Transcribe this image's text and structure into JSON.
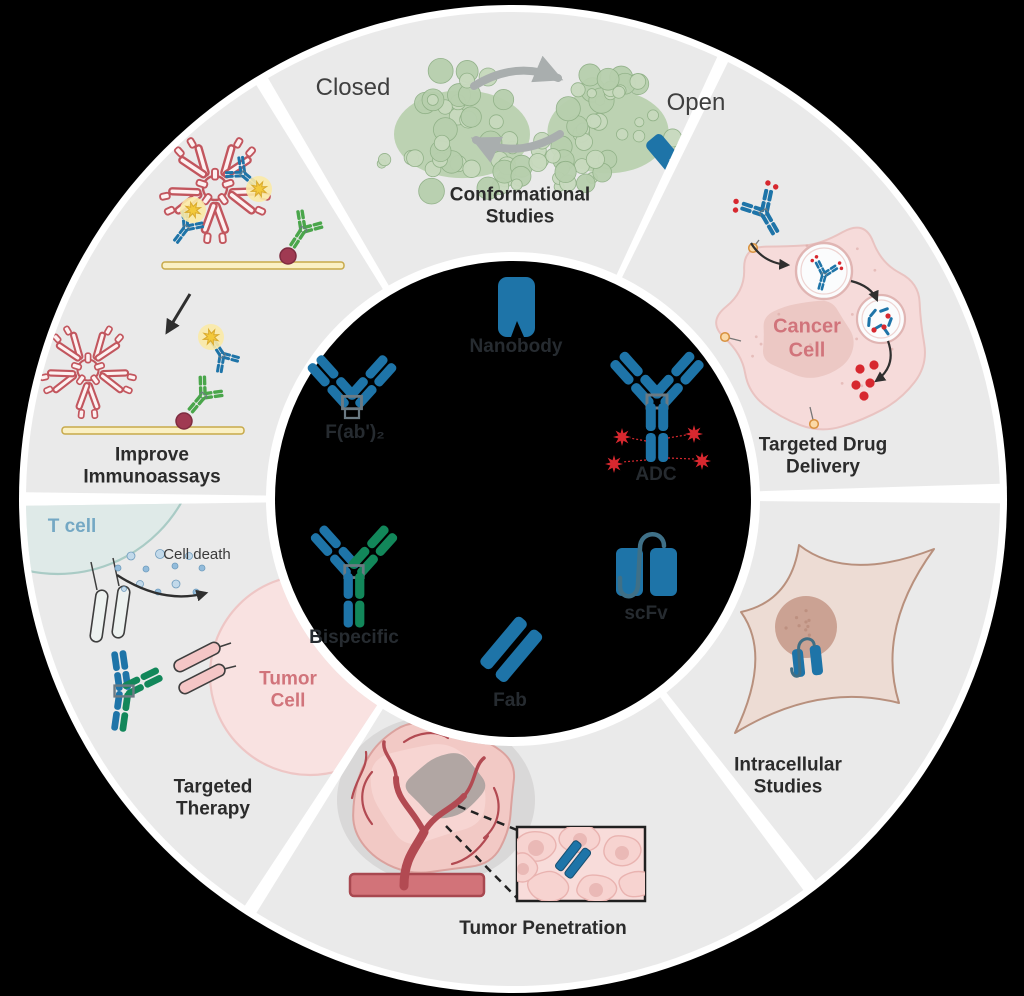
{
  "colors": {
    "background": "#000000",
    "ring": "#eaeaea",
    "divider": "#ffffff",
    "antibody_blue": "#1e74a8",
    "bispecific_green": "#12875a",
    "assay_green": "#4aa64b",
    "igm_red": "#c2565e",
    "drug_red": "#d7282f",
    "fluorophore_yellow": "#f3c93b",
    "bead_maroon": "#a03a52",
    "surface_yellow": "#faf0c4",
    "protein_green": "#b7cfad",
    "cell_pink": "#f6dbda",
    "pink_text": "#d1747b",
    "teal_text": "#74a8c4",
    "vessel_red": "#b24a52",
    "fibroblast_tan": "#eddcd4",
    "title_text": "#2b2b2b",
    "center_label": "#262b30"
  },
  "center": {
    "nanobody": "Nanobody",
    "fab2": "F(ab')₂",
    "adc": "ADC",
    "bispecific": "Bispecific",
    "scfv": "scFv",
    "fab": "Fab"
  },
  "segments": {
    "conformational": {
      "title": "Conformational Studies",
      "closed": "Closed",
      "open": "Open"
    },
    "drug_delivery": {
      "title": "Targeted Drug Delivery",
      "cell": "Cancer Cell"
    },
    "intracellular": {
      "title": "Intracellular Studies"
    },
    "tumor_penetration": {
      "title": "Tumor Penetration"
    },
    "targeted_therapy": {
      "title": "Targeted Therapy",
      "t_cell": "T cell",
      "cell_death": "Cell death",
      "tumor_cell": "Tumor Cell"
    },
    "immunoassays": {
      "title": "Improve Immunoassays"
    }
  }
}
